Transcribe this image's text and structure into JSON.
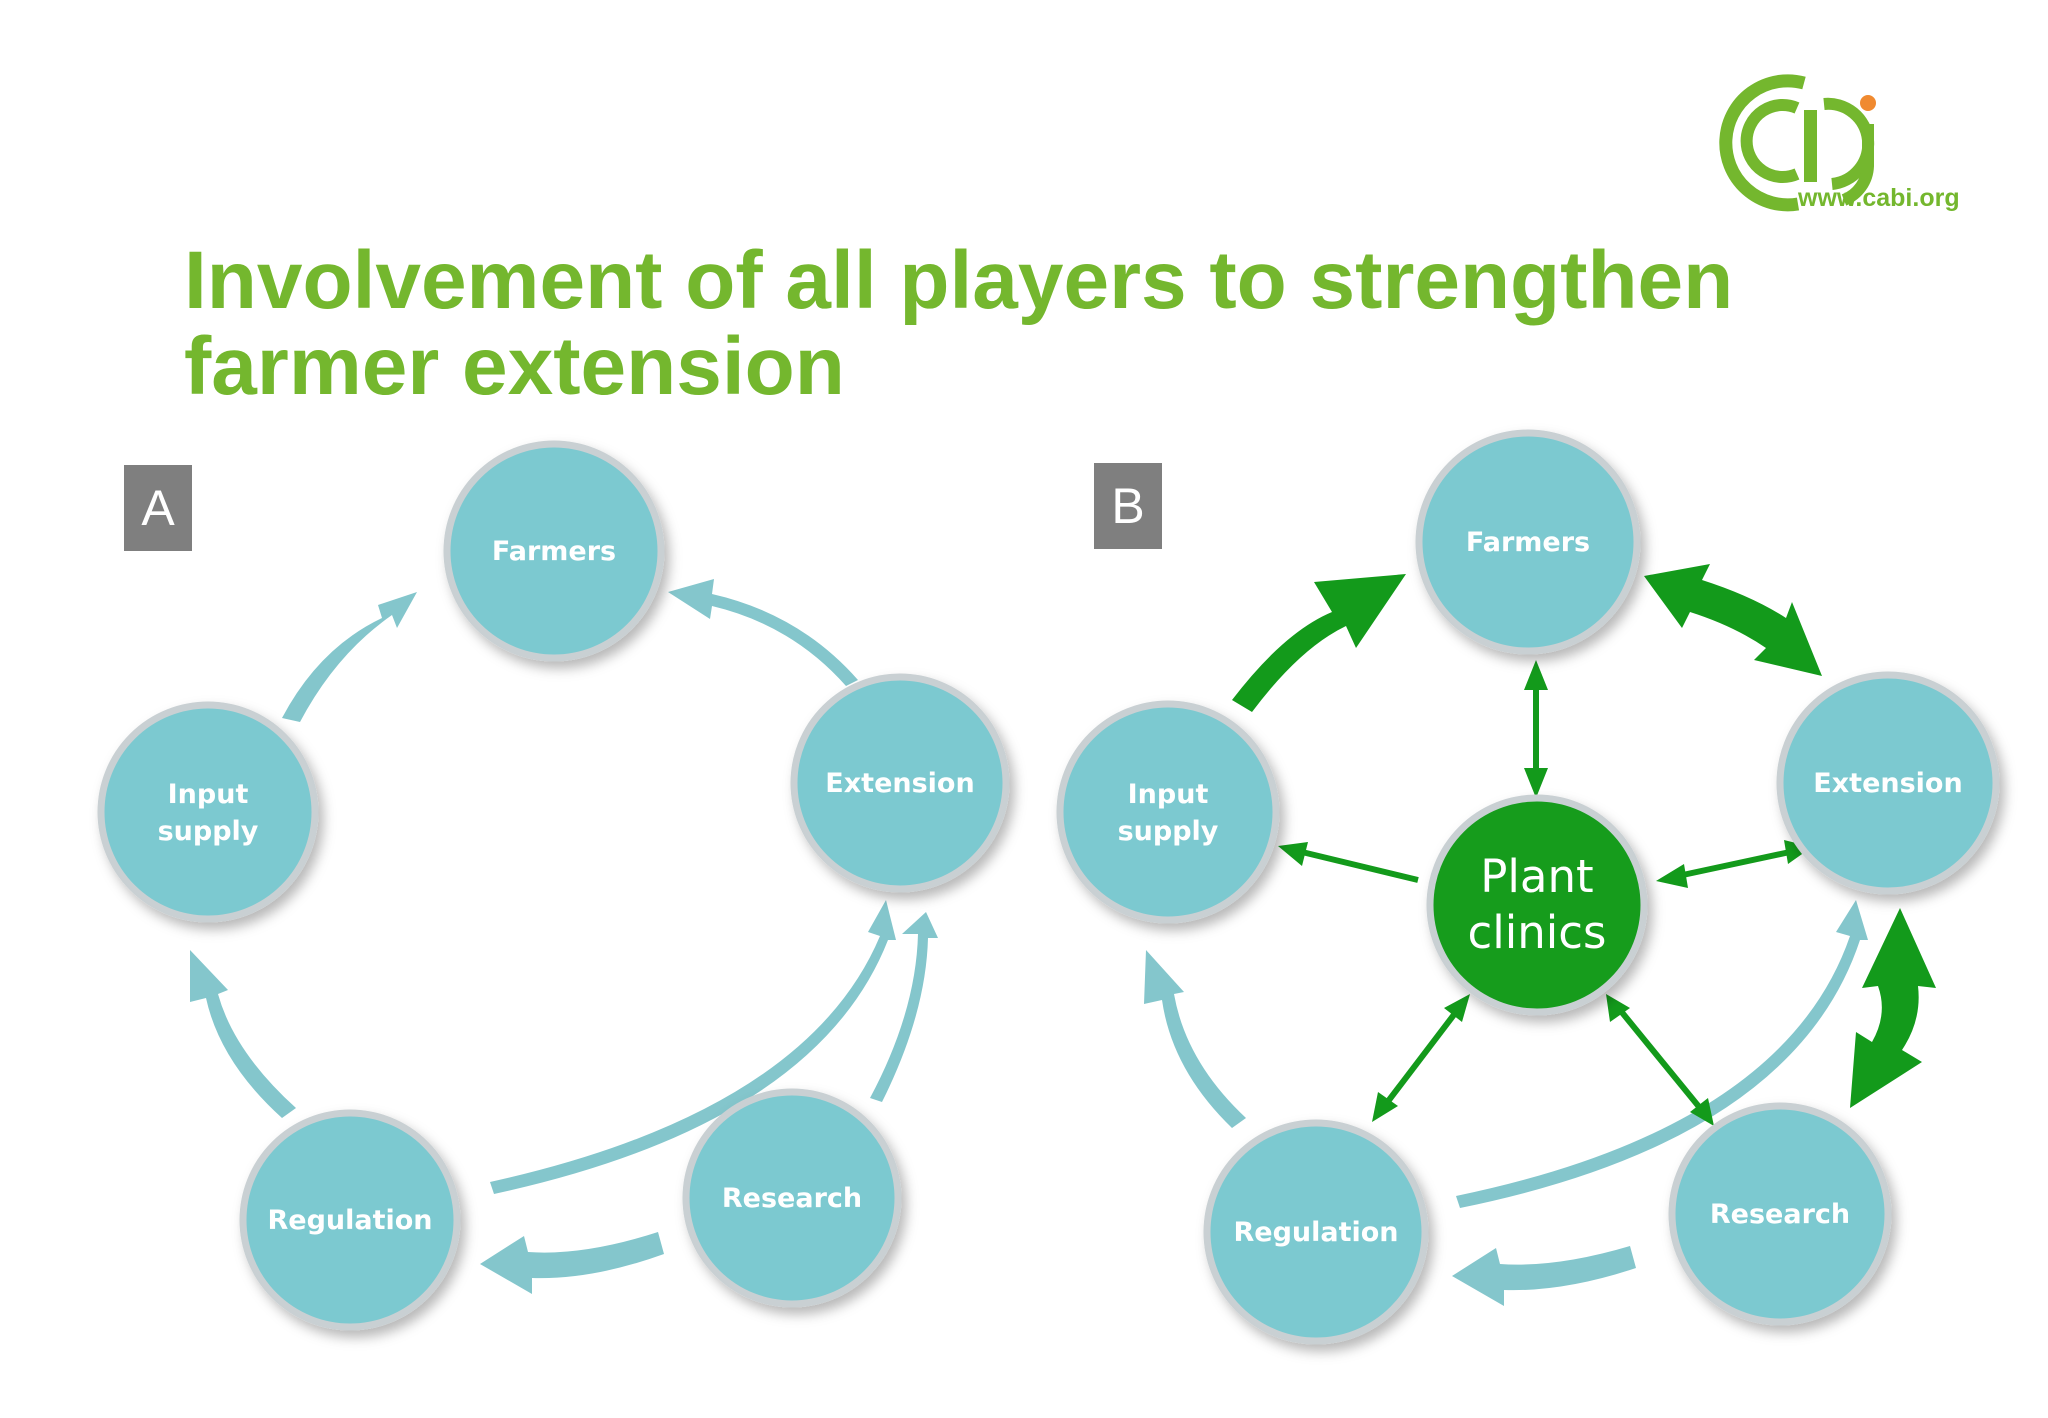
{
  "title": {
    "line1": "Involvement of all players to strengthen",
    "line2": "farmer extension"
  },
  "logo": {
    "mark": "cabi",
    "url": "www.cabi.org",
    "colors": {
      "green": "#74b72e",
      "dot": "#f08a30"
    }
  },
  "panels": {
    "a": {
      "tag": "A",
      "nodes": {
        "farmers": "Farmers",
        "extension": "Extension",
        "input_line1": "Input",
        "input_line2": "supply",
        "regulation": "Regulation",
        "research": "Research"
      }
    },
    "b": {
      "tag": "B",
      "nodes": {
        "farmers": "Farmers",
        "extension": "Extension",
        "input_line1": "Input",
        "input_line2": "supply",
        "regulation": "Regulation",
        "research": "Research"
      },
      "hub": {
        "line1": "Plant",
        "line2": "clinics"
      }
    }
  },
  "colors": {
    "node_fill": "#7cc9d0",
    "node_edge": "#c9d0d3",
    "flow_arrow": "#84c6cc",
    "hub_fill": "#129c1e",
    "link_arrow": "#139a1b",
    "title": "#74b72e",
    "tag_bg": "#7f7f7f"
  }
}
